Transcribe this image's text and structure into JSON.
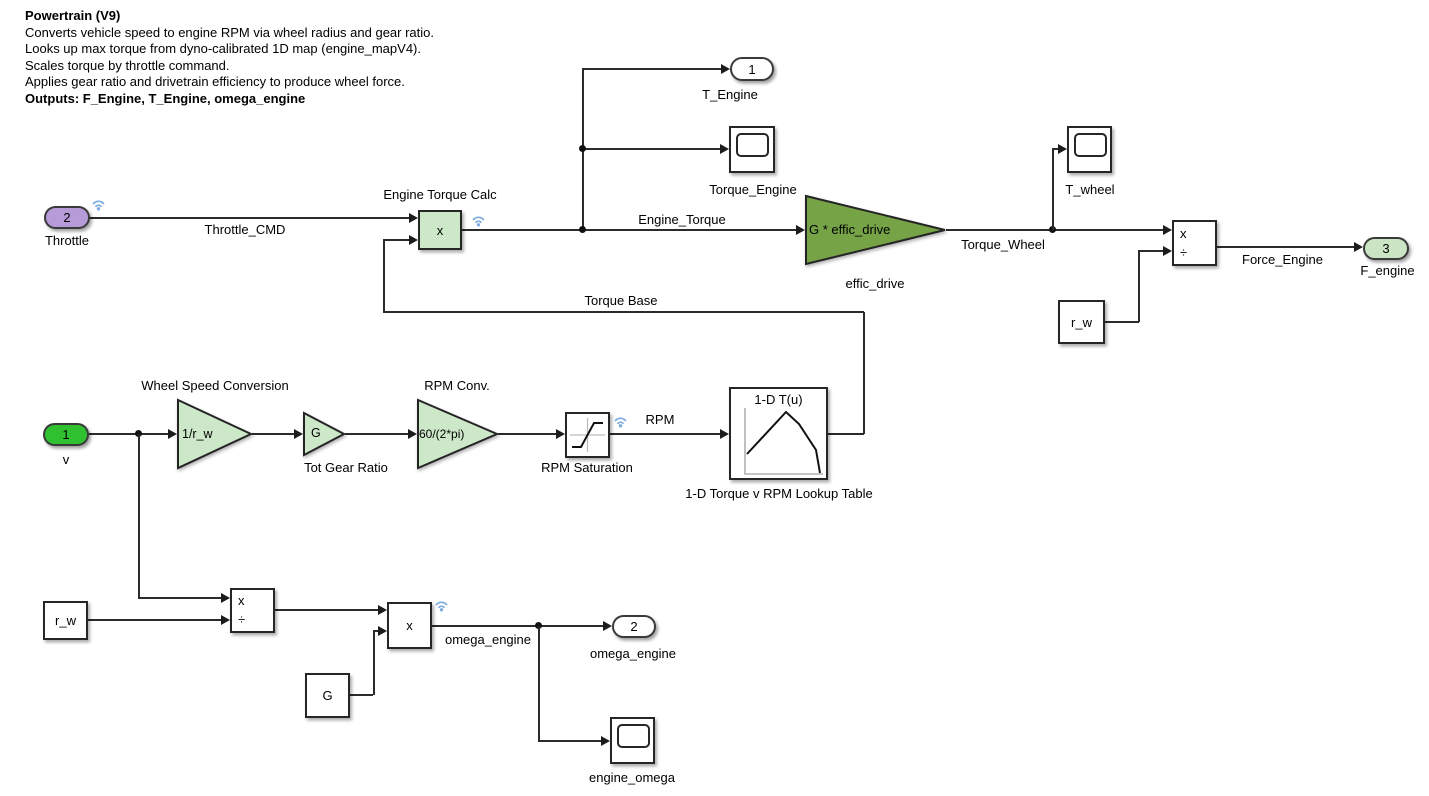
{
  "annotation": {
    "title": "Powertrain (V9)",
    "line1": "Converts vehicle speed to engine RPM via wheel radius and gear ratio.",
    "line2": "Looks up max torque from dyno-calibrated 1D map (engine_mapV4).",
    "line3": "Scales torque by throttle command.",
    "line4": "Applies gear ratio and drivetrain efficiency to produce wheel force.",
    "outputs": "Outputs: F_Engine, T_Engine, omega_engine"
  },
  "ports": {
    "throttle": {
      "number": "2",
      "label": "Throttle"
    },
    "v": {
      "number": "1",
      "label": "v"
    },
    "t_engine": {
      "number": "1",
      "label": "T_Engine"
    },
    "omega_engine": {
      "number": "2",
      "label": "omega_engine"
    },
    "f_engine": {
      "number": "3",
      "label": "F_engine"
    }
  },
  "ops": {
    "multiply": "x",
    "divide": "÷"
  },
  "blocks": {
    "engine_torque_calc": {
      "label": "Engine Torque Calc"
    },
    "gain_wheel_speed": {
      "label": "Wheel Speed Conversion",
      "expr": "1/r_w"
    },
    "gain_tot_gear": {
      "label": "Tot Gear Ratio",
      "expr": "G"
    },
    "gain_rpm_conv": {
      "label": "RPM Conv.",
      "expr": "60/(2*pi)"
    },
    "gain_effic": {
      "label": "effic_drive",
      "expr": "G * effic_drive"
    },
    "saturation": {
      "label": "RPM Saturation"
    },
    "lookup": {
      "label": "1-D Torque v RPM Lookup Table",
      "header": "1-D T(u)"
    },
    "scope_torque_engine": {
      "label": "Torque_Engine"
    },
    "scope_t_wheel": {
      "label": "T_wheel"
    },
    "scope_engine_omega": {
      "label": "engine_omega"
    },
    "const_rw_top": {
      "value": "r_w"
    },
    "const_rw_bottom": {
      "value": "r_w"
    },
    "const_g": {
      "value": "G"
    }
  },
  "signals": {
    "throttle_cmd": "Throttle_CMD",
    "engine_torque": "Engine_Torque",
    "torque_base": "Torque Base",
    "torque_wheel": "Torque_Wheel",
    "force_engine": "Force_Engine",
    "rpm": "RPM",
    "omega_engine": "omega_engine"
  },
  "colors": {
    "inport_green": "#2fc12f",
    "inport_purple": "#b79bd9",
    "outport_green": "#cbe5c4",
    "block_green": "#cde8c8",
    "gain_dark_green": "#76a346",
    "badge_blue": "#7cabdf",
    "wire": "#2b2b2b"
  }
}
